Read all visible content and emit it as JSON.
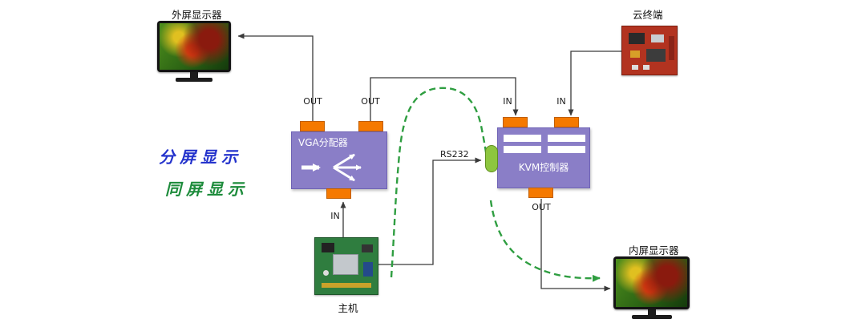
{
  "nodes": {
    "external_display": {
      "label": "外屏显示器"
    },
    "cloud_terminal": {
      "label": "云终端"
    },
    "vga_splitter": {
      "label": "VGA分配器",
      "ports": {
        "top_left": "OUT",
        "top_right": "OUT",
        "bottom": "IN"
      }
    },
    "kvm_controller": {
      "label": "KVM控制器",
      "ports": {
        "top_left": "IN",
        "top_right": "IN",
        "bottom": "OUT"
      }
    },
    "host": {
      "label": "主机"
    },
    "internal_display": {
      "label": "内屏显示器"
    }
  },
  "annotations": {
    "rs232": "RS232",
    "split_screen": "分屏显示",
    "same_screen": "同屏显示"
  },
  "colors": {
    "device_box_purple": "#8a7ec7",
    "connector_orange": "#f57900",
    "rs232_port_green": "#8dc63f",
    "split_screen_text_blue": "#2433cc",
    "same_screen_text_green": "#1e8c3c",
    "same_screen_dashed_green": "#2f9e41",
    "wire_gray": "#3a3a3a"
  }
}
